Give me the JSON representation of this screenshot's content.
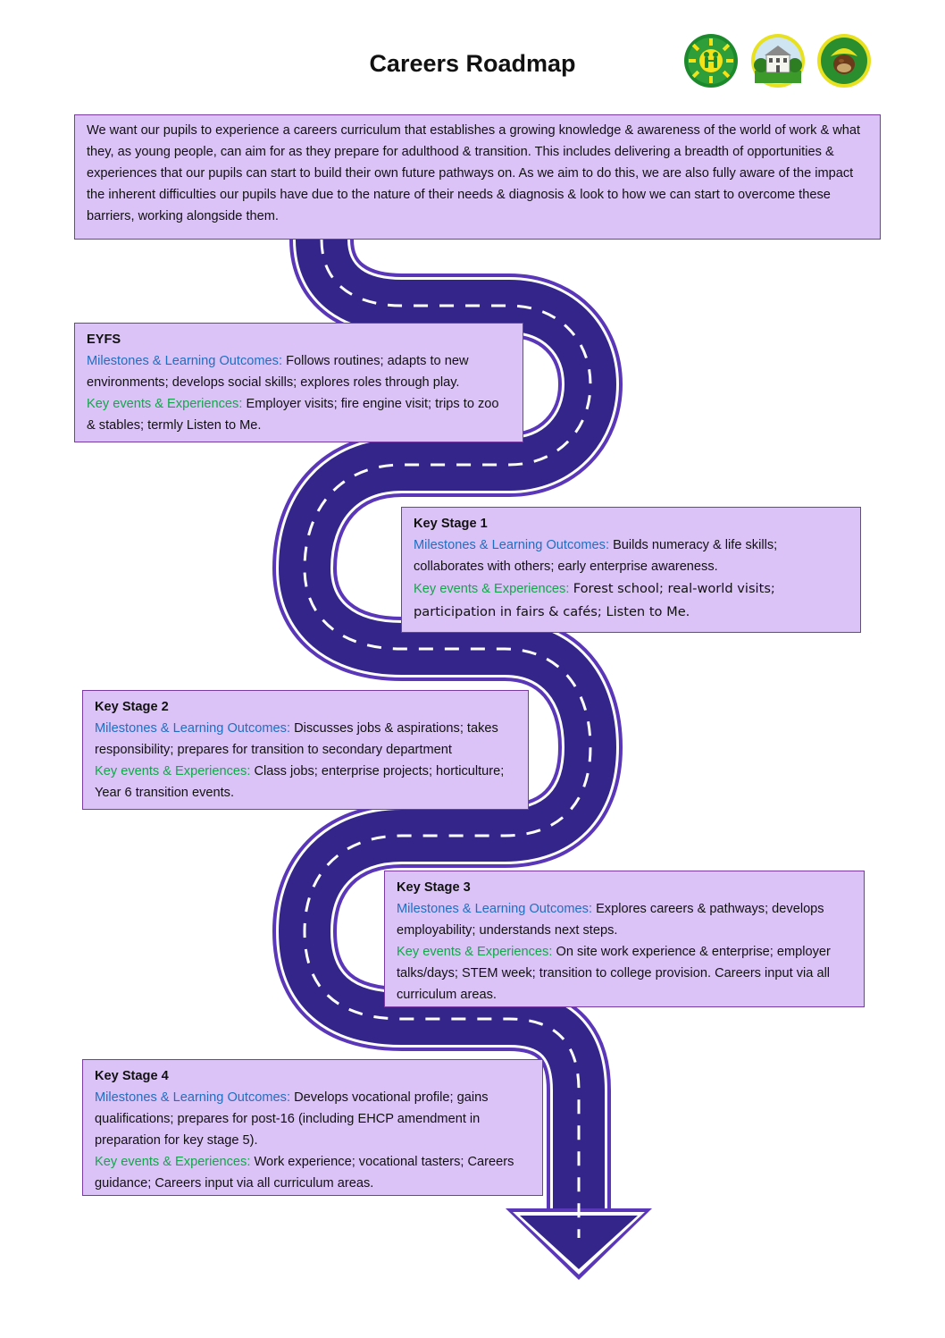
{
  "page": {
    "title": "Careers Roadmap"
  },
  "logos": [
    "children-sun-logo-icon",
    "school-building-logo-icon",
    "chestnut-logo-icon"
  ],
  "intro": "We want our pupils to experience a careers curriculum that establishes a growing knowledge & awareness of the world of work & what they, as young people, can aim for as they prepare for adulthood & transition. This includes delivering a breadth of opportunities & experiences that our pupils can start to build their own future pathways on. As we aim to do this, we are also fully aware of the impact the inherent difficulties our pupils have due to the nature of their needs & diagnosis & look to how we can start to overcome these barriers, working alongside them.",
  "labels": {
    "milestones": "Milestones & Learning Outcomes:",
    "events": "Key events & Experiences:"
  },
  "stages": [
    {
      "title": "EYFS",
      "milestones": "Follows routines; adapts to new environments; develops social skills; explores roles through play.",
      "events": "Employer visits; fire engine visit; trips to zoo & stables; termly Listen to Me."
    },
    {
      "title": "Key Stage 1",
      "milestones": "Builds numeracy & life skills; collaborates with others; early enterprise awareness.",
      "events": "Forest school; real-world visits; participation in fairs & cafés; Listen to Me."
    },
    {
      "title": "Key Stage 2",
      "milestones": "Discusses jobs & aspirations; takes responsibility; prepares for transition to secondary department",
      "events": "Class jobs; enterprise projects; horticulture; Year 6 transition events."
    },
    {
      "title": "Key Stage 3",
      "milestones": "Explores careers & pathways; develops employability; understands next steps.",
      "events": "On site work experience & enterprise; employer talks/days; STEM week; transition to college provision. Careers input via all curriculum areas."
    },
    {
      "title": "Key Stage 4",
      "milestones": "Develops vocational profile; gains qualifications; prepares for post-16 (including EHCP amendment in preparation for key stage 5).",
      "events": "Work experience; vocational tasters; Careers guidance; Careers input via all curriculum areas."
    }
  ],
  "colors": {
    "road": "#33258a",
    "road_edge": "#5a36b8",
    "box_fill": "#dcc3f7",
    "box_border": "#7a3aa6",
    "milestones_label": "#1f6fc0",
    "events_label": "#13a64a"
  }
}
